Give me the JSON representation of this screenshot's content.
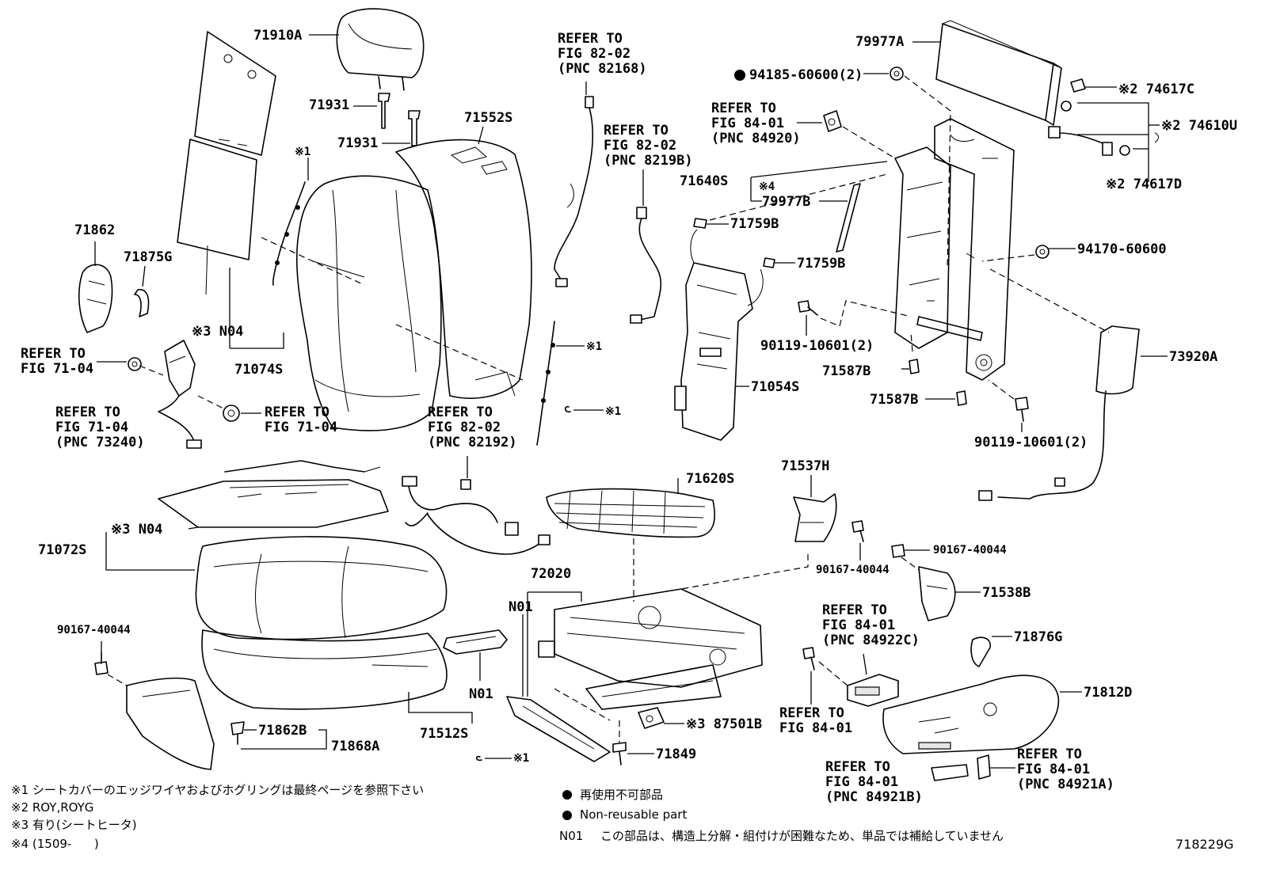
{
  "parts": {
    "p71910A": "71910A",
    "p71931a": "71931",
    "p71931b": "71931",
    "p71552S": "71552S",
    "p71862": "71862",
    "p71875G": "71875G",
    "p_x1_top": "※1",
    "p_x3_n04": "※3 N04",
    "p71074S": "71074S",
    "ref_fig7104_a": "REFER TO\nFIG 71-04",
    "ref_fig7104_b": "REFER TO\nFIG 71-04",
    "ref_fig7104_pnc": "REFER TO\nFIG 71-04\n(PNC 73240)",
    "ref_8202_82168": "REFER TO\nFIG 82-02\n(PNC 82168)",
    "ref_8202_8219B": "REFER TO\nFIG 82-02\n(PNC 8219B)",
    "ref_8202_82192": "REFER TO\nFIG 82-02\n(PNC 82192)",
    "p_x1_mid": "※1",
    "p_x1_mid2": "※1",
    "p79977A": "79977A",
    "p94185": "94185-60600(2)",
    "ref_8401_84920": "REFER TO\nFIG 84-01\n(PNC 84920)",
    "p71640S": "71640S",
    "p_x4": "※4",
    "p79977B": "79977B",
    "p71759B_a": "71759B",
    "p71759B_b": "71759B",
    "p74617C": "※2 74617C",
    "p74610U": "※2 74610U",
    "p74617D": "※2 74617D",
    "p94170": "94170-60600",
    "p90119_a": "90119-10601(2)",
    "p90119_b": "90119-10601(2)",
    "p71587B_a": "71587B",
    "p71587B_b": "71587B",
    "p73920A": "73920A",
    "p71054S": "71054S",
    "p_x3_n04_b": "※3 N04",
    "p71072S": "71072S",
    "p71620S": "71620S",
    "p71537H": "71537H",
    "p90167_a": "90167-40044",
    "p90167_b": "90167-40044",
    "p90167_c": "90167-40044",
    "p71538B": "71538B",
    "p72020": "72020",
    "p_n01_a": "N01",
    "p_n01_b": "N01",
    "ref_8401_84922C": "REFER TO\nFIG 84-01\n(PNC 84922C)",
    "p71876G": "71876G",
    "p71812D": "71812D",
    "ref_8401_plain": "REFER TO\nFIG 84-01",
    "p87501B": "※3 87501B",
    "p71862B": "71862B",
    "p71868A": "71868A",
    "p71512S": "71512S",
    "p71849": "71849",
    "p_x1_bot": "※1",
    "ref_8401_84921B": "REFER TO\nFIG 84-01\n(PNC 84921B)",
    "ref_8401_84921A": "REFER TO\nFIG 84-01\n(PNC 84921A)"
  },
  "notes": {
    "n1": "※1 シートカバーのエッジワイヤおよびホグリングは最終ページを参照下さい",
    "n2": "※2 ROY,ROYG",
    "n3": "※3 有り(シートヒータ)",
    "n4": "※4 (1509-      )",
    "legend_jp": "再使用不可部品",
    "legend_en": "Non-reusable part",
    "n01_label": "N01",
    "n01_text": "この部品は、構造上分解・組付けが困難なため、単品では補給していません",
    "figure_id": "718229G"
  }
}
